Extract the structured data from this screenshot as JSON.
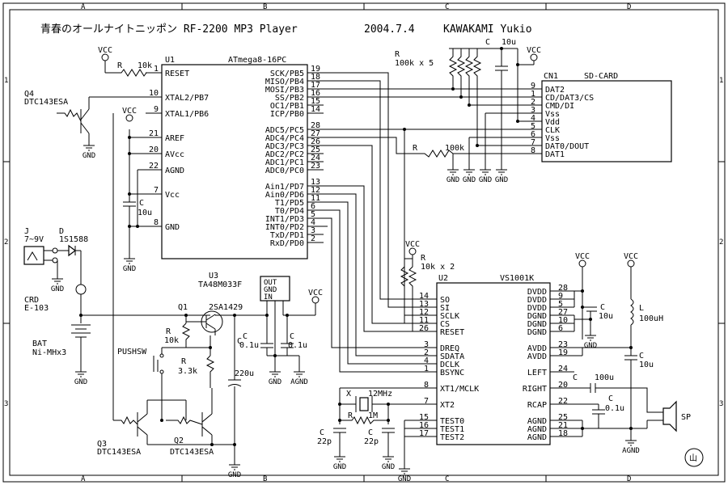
{
  "title": "青春のオールナイトニッポン RF-2200 MP3 Player",
  "date": "2004.7.4",
  "author": "KAWAKAMI Yukio",
  "border": {
    "cols": [
      "A",
      "B",
      "C",
      "D"
    ],
    "rows": [
      "1",
      "2",
      "3"
    ]
  },
  "u1": {
    "ref": "U1",
    "part": "ATmega8-16PC",
    "left_pins": [
      {
        "num": "1",
        "name": "RESET"
      },
      {
        "num": "10",
        "name": "XTAL2/PB7"
      },
      {
        "num": "9",
        "name": "XTAL1/PB6"
      },
      {
        "num": "21",
        "name": "AREF"
      },
      {
        "num": "20",
        "name": "AVcc"
      },
      {
        "num": "22",
        "name": "AGND"
      },
      {
        "num": "7",
        "name": "Vcc"
      },
      {
        "num": "8",
        "name": "GND"
      }
    ],
    "right_pins": [
      {
        "num": "19",
        "name": "SCK/PB5"
      },
      {
        "num": "18",
        "name": "MISO/PB4"
      },
      {
        "num": "17",
        "name": "MOSI/PB3"
      },
      {
        "num": "16",
        "name": "SS/PB2"
      },
      {
        "num": "15",
        "name": "OC1/PB1"
      },
      {
        "num": "14",
        "name": "ICP/PB0"
      },
      {
        "num": "28",
        "name": "ADC5/PC5"
      },
      {
        "num": "27",
        "name": "ADC4/PC4"
      },
      {
        "num": "26",
        "name": "ADC3/PC3"
      },
      {
        "num": "25",
        "name": "ADC2/PC2"
      },
      {
        "num": "24",
        "name": "ADC1/PC1"
      },
      {
        "num": "23",
        "name": "ADC0/PC0"
      },
      {
        "num": "13",
        "name": "Ain1/PD7"
      },
      {
        "num": "12",
        "name": "Ain0/PD6"
      },
      {
        "num": "11",
        "name": "T1/PD5"
      },
      {
        "num": "6",
        "name": "T0/PD4"
      },
      {
        "num": "5",
        "name": "INT1/PD3"
      },
      {
        "num": "4",
        "name": "INT0/PD2"
      },
      {
        "num": "3",
        "name": "TxD/PD1"
      },
      {
        "num": "2",
        "name": "RxD/PD0"
      }
    ]
  },
  "cn1": {
    "ref": "CN1",
    "part": "SD-CARD",
    "pins": [
      {
        "num": "9",
        "name": "DAT2"
      },
      {
        "num": "1",
        "name": "CD/DAT3/CS"
      },
      {
        "num": "2",
        "name": "CMD/DI"
      },
      {
        "num": "3",
        "name": "Vss"
      },
      {
        "num": "4",
        "name": "Vdd"
      },
      {
        "num": "5",
        "name": "CLK"
      },
      {
        "num": "6",
        "name": "Vss"
      },
      {
        "num": "7",
        "name": "DAT0/DOUT"
      },
      {
        "num": "8",
        "name": "DAT1"
      }
    ]
  },
  "u2": {
    "ref": "U2",
    "part": "VS1001K",
    "left_pins": [
      {
        "num": "14",
        "name": "SO"
      },
      {
        "num": "13",
        "name": "SI"
      },
      {
        "num": "12",
        "name": "SCLK"
      },
      {
        "num": "11",
        "name": "CS"
      },
      {
        "num": "26",
        "name": "RESET"
      },
      {
        "num": "3",
        "name": "DREQ"
      },
      {
        "num": "2",
        "name": "SDATA"
      },
      {
        "num": "4",
        "name": "DCLK"
      },
      {
        "num": "1",
        "name": "BSYNC"
      },
      {
        "num": "8",
        "name": "XT1/MCLK"
      },
      {
        "num": "7",
        "name": "XT2"
      },
      {
        "num": "15",
        "name": "TEST0"
      },
      {
        "num": "16",
        "name": "TEST1"
      },
      {
        "num": "17",
        "name": "TEST2"
      }
    ],
    "right_pins": [
      {
        "num": "28",
        "name": "DVDD"
      },
      {
        "num": "9",
        "name": "DVDD"
      },
      {
        "num": "5",
        "name": "DVDD"
      },
      {
        "num": "27",
        "name": "DGND"
      },
      {
        "num": "10",
        "name": "DGND"
      },
      {
        "num": "6",
        "name": "DGND"
      },
      {
        "num": "23",
        "name": "AVDD"
      },
      {
        "num": "19",
        "name": "AVDD"
      },
      {
        "num": "24",
        "name": "LEFT"
      },
      {
        "num": "20",
        "name": "RIGHT"
      },
      {
        "num": "22",
        "name": "RCAP"
      },
      {
        "num": "25",
        "name": "AGND"
      },
      {
        "num": "21",
        "name": "AGND"
      },
      {
        "num": "18",
        "name": "AGND"
      }
    ]
  },
  "u3": {
    "ref": "U3",
    "part": "TA48M033F",
    "pins": [
      "OUT",
      "GND",
      "IN"
    ]
  },
  "labels": {
    "vcc": "VCC",
    "gnd": "GND",
    "agnd": "AGND",
    "r_reset": "R",
    "r_reset_val": "10k",
    "q4_ref": "Q4",
    "q4_part": "DTC143ESA",
    "r_pullups": "R",
    "r_pullups_val": "100k x 5",
    "c_sd": "C",
    "c_sd_val": "10u",
    "r_dout": "R",
    "r_dout_val": "100k",
    "c_avcc": "C",
    "c_avcc_val": "10u",
    "jack_ref": "J",
    "jack_val": "7~9V",
    "diode_ref": "D",
    "diode_part": "1S1588",
    "crd_ref": "CRD",
    "crd_part": "E-103",
    "bat_ref": "BAT",
    "bat_part": "Ni-MHx3",
    "q1_ref": "Q1",
    "q1_part": "2SA1429",
    "r_q1": "R",
    "r_q1_val": "10k",
    "r_33k": "R",
    "r_33k_val": "3.3k",
    "pushsw": "PUSHSW",
    "c_u3_a": "C",
    "c_u3_a_val": "0.1u",
    "c_u3_b": "C",
    "c_u3_b_val": "0.1u",
    "c_220": "C",
    "c_220_val": "220u",
    "q3_ref": "Q3",
    "q3_part": "DTC143ESA",
    "q2_ref": "Q2",
    "q2_part": "DTC143ESA",
    "r_u2": "R",
    "r_u2_val": "10k x 2",
    "xtal_ref": "X",
    "xtal_val": "12MHz",
    "r_xtal": "R",
    "r_xtal_val": "1M",
    "c_x1": "C",
    "c_x1_val": "22p",
    "c_x2": "C",
    "c_x2_val": "22p",
    "c_dvdd": "C",
    "c_dvdd_val": "10u",
    "l_ref": "L",
    "l_val": "100uH",
    "c_avdd": "C",
    "c_avdd_val": "10u",
    "c_out": "C",
    "c_out_val": "100u",
    "c_rcap": "C",
    "c_rcap_val": "0.1u",
    "sp": "SP",
    "seal": "山"
  }
}
